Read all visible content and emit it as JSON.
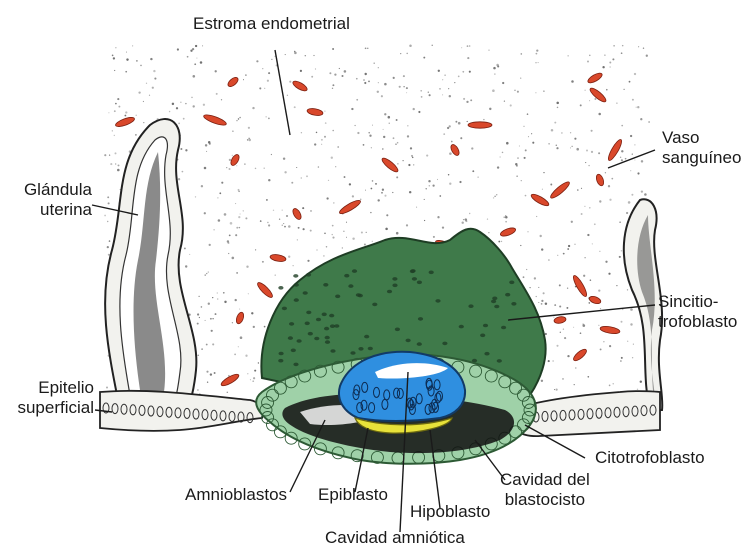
{
  "labels": {
    "estroma": "Estroma endometrial",
    "vaso_1": "Vaso",
    "vaso_2": "sanguíneo",
    "glandula_1": "Glándula",
    "glandula_2": "uterina",
    "sincitio_1": "Sincitio-",
    "sincitio_2": "trofoblasto",
    "epitelio_1": "Epitelio",
    "epitelio_2": "superficial",
    "citotrofoblasto": "Citotrofoblasto",
    "amnioblastos": "Amnioblastos",
    "epiblasto": "Epiblasto",
    "hipoblasto": "Hipoblasto",
    "cavidad_blasto_1": "Cavidad del",
    "cavidad_blasto_2": "blastocisto",
    "cavidad_amniotica": "Cavidad amniótica"
  },
  "colors": {
    "syncytio": "#3f7a4a",
    "cytotrophoblast": "#9fd1a8",
    "epiblast": "#2f8fe0",
    "hypoblast": "#e8e23a",
    "vessel": "#d9482b",
    "gland_wall": "#f2f2ee",
    "stroma_dot": "#555555"
  }
}
